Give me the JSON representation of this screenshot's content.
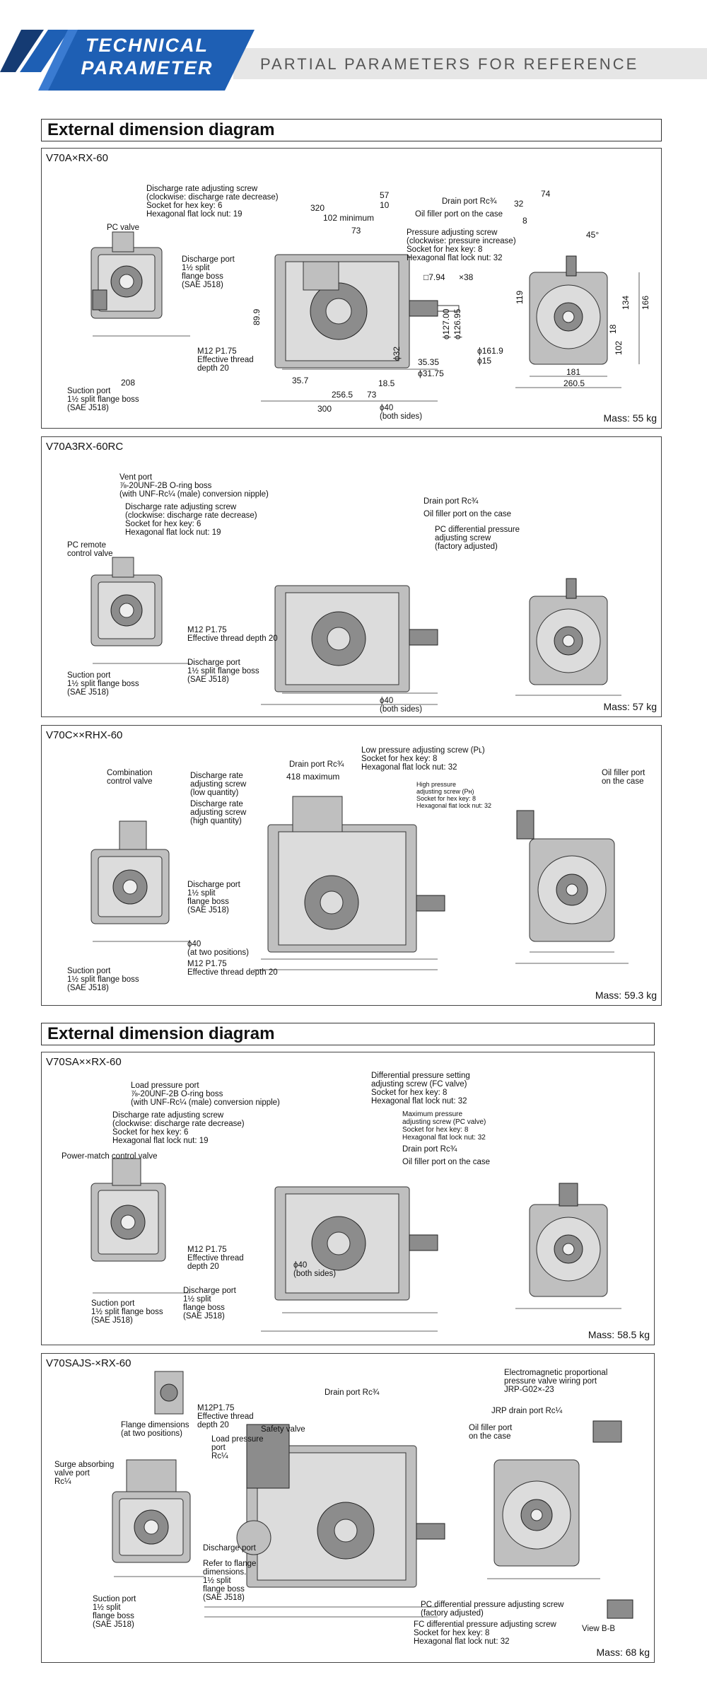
{
  "header": {
    "title_line1": "TECHNICAL",
    "title_line2": "PARAMETER",
    "subtitle": "PARTIAL PARAMETERS FOR REFERENCE",
    "accent_color": "#1e5fb4"
  },
  "sections": [
    {
      "title": "External dimension diagram"
    },
    {
      "title": "External dimension diagram"
    }
  ],
  "panels": [
    {
      "model": "V70A×RX-60",
      "mass": "Mass: 55 kg",
      "notes": {
        "discharge_adj": "Discharge rate adjusting screw",
        "discharge_adj2": "(clockwise: discharge rate decrease)",
        "hex": "Socket for hex key: 6",
        "nut": "Hexagonal flat lock nut: 19",
        "pc_valve": "PC valve",
        "discharge_port": "Discharge port",
        "split1": "1½ split",
        "flange_boss": "flange boss",
        "sae": "(SAE J518)",
        "drain": "Drain port Rc¾",
        "oil_filler": "Oil filler port on the case",
        "press_adj": "Pressure adjusting screw",
        "press_adj2": "(clockwise: pressure increase)",
        "press_hex": "Socket for hex key: 8",
        "press_nut": "Hexagonal flat lock nut: 32",
        "m12": "M12 P1.75",
        "eff": "Effective thread",
        "depth": "depth 20",
        "suction": "Suction port",
        "suction2": "1½ split flange boss",
        "both": "(both sides)",
        "phi40": "ϕ40"
      },
      "dims": [
        "320",
        "57",
        "10",
        "102 minimum",
        "73",
        "32",
        "74",
        "8",
        "45°",
        "119",
        "134",
        "166",
        "18",
        "102",
        "181",
        "260.5",
        "208",
        "89.9",
        "35.7",
        "256.5",
        "300",
        "18.5",
        "73",
        "ϕ32",
        "ϕ161.9",
        "ϕ15",
        "35.35",
        "ϕ31.75",
        "ϕ127.00",
        "ϕ126.95",
        "□7.94",
        "×38"
      ]
    },
    {
      "model": "V70A3RX-60RC",
      "mass": "Mass: 57 kg",
      "notes": {
        "vent": "Vent port",
        "vent2": "⅞-20UNF-2B O-ring boss",
        "vent3": "(with UNF-Rc¼ (male) conversion nipple)",
        "discharge_adj": "Discharge rate adjusting screw",
        "discharge_adj2": "(clockwise: discharge rate decrease)",
        "hex": "Socket for hex key: 6",
        "nut": "Hexagonal flat lock nut: 19",
        "pc_remote": "PC remote",
        "pc_remote2": "control valve",
        "drain": "Drain port Rc¾",
        "oil_filler": "Oil filler port on the case",
        "pc_diff": "PC differential pressure",
        "pc_diff2": "adjusting screw",
        "pc_diff3": "(factory adjusted)",
        "m12": "M12 P1.75",
        "eff": "Effective thread depth 20",
        "suction": "Suction port",
        "suction2": "1½ split flange boss",
        "sae": "(SAE J518)",
        "discharge_port": "Discharge port",
        "discharge_port2": "1½ split flange boss",
        "both": "(both sides)",
        "phi40": "ϕ40"
      }
    },
    {
      "model": "V70C××RHX-60",
      "mass": "Mass: 59.3 kg",
      "notes": {
        "combo": "Combination",
        "combo2": "control valve",
        "dr1": "Discharge rate",
        "dr2": "adjusting screw",
        "dr3": "(low quantity)",
        "dr4": "Discharge rate",
        "dr5": "adjusting screw",
        "dr6": "(high quantity)",
        "drain": "Drain port Rc¾",
        "max": "418 maximum",
        "low_press": "Low pressure adjusting screw (Pʟ)",
        "low_hex": "Socket for hex key: 8",
        "low_nut": "Hexagonal flat lock nut: 32",
        "high_press": "High pressure",
        "high_press2": "adjusting screw (Pʜ)",
        "high_hex": "Socket for hex key: 8",
        "high_nut": "Hexagonal flat lock nut: 32",
        "oil_filler": "Oil filler port",
        "oil_filler2": "on the case",
        "discharge_port": "Discharge port",
        "split1": "1½ split",
        "flange_boss": "flange boss",
        "sae": "(SAE J518)",
        "phi40": "ϕ40",
        "two_pos": "(at two positions)",
        "m12": "M12 P1.75",
        "eff": "Effective thread depth 20",
        "suction": "Suction port",
        "suction2": "1½ split flange boss"
      }
    },
    {
      "model": "V70SA××RX-60",
      "mass": "Mass: 58.5 kg",
      "notes": {
        "load": "Load pressure port",
        "load2": "⅞-20UNF-2B O-ring boss",
        "load3": "(with UNF-Rc¼ (male) conversion nipple)",
        "discharge_adj": "Discharge rate adjusting screw",
        "discharge_adj2": "(clockwise: discharge rate decrease)",
        "hex": "Socket for hex key: 6",
        "nut": "Hexagonal flat lock nut: 19",
        "pm": "Power-match control valve",
        "diff": "Differential pressure setting",
        "diff2": "adjusting screw (FC valve)",
        "diff_hex": "Socket for hex key: 8",
        "diff_nut": "Hexagonal flat lock nut: 32",
        "maxp": "Maximum pressure",
        "maxp2": "adjusting screw (PC valve)",
        "maxp_hex": "Socket for hex key: 8",
        "maxp_nut": "Hexagonal flat lock nut: 32",
        "drain": "Drain port Rc¾",
        "oil_filler": "Oil filler port on the case",
        "m12": "M12 P1.75",
        "eff": "Effective thread",
        "depth": "depth 20",
        "both": "(both sides)",
        "phi40": "ϕ40",
        "discharge_port": "Discharge port",
        "split1": "1½ split",
        "flange_boss": "flange boss",
        "sae": "(SAE J518)",
        "suction": "Suction port",
        "suction2": "1½ split flange boss"
      }
    },
    {
      "model": "V70SAJS-×RX-60",
      "mass": "Mass: 68 kg",
      "notes": {
        "m12": "M12P1.75",
        "eff": "Effective thread",
        "depth": "depth 20",
        "drain": "Drain port Rc¾",
        "flange_dim": "Flange dimensions",
        "flange_dim2": "(at two positions)",
        "safety": "Safety valve",
        "load": "Load pressure",
        "load2": "port",
        "load3": "Rc¼",
        "surge": "Surge absorbing",
        "surge2": "valve port",
        "surge3": "Rc¼",
        "oil_filler": "Oil filler port",
        "oil_filler2": "on the case",
        "em": "Electromagnetic proportional",
        "em2": "pressure valve wiring port",
        "em3": "JRP-G02×-23",
        "jrp_drain": "JRP drain port Rc¼",
        "discharge_port": "Discharge port",
        "refer": "Refer to flange",
        "refer2": "dimensions.",
        "split1": "1½ split",
        "flange_boss": "flange boss",
        "sae": "(SAE J518)",
        "suction": "Suction port",
        "split2": "1½ split",
        "flange_boss2": "flange boss",
        "pc_diff": "PC differential pressure adjusting screw",
        "pc_diff2": "(factory adjusted)",
        "fc_diff": "FC differential pressure adjusting screw",
        "fc_hex": "Socket for hex key: 8",
        "fc_nut": "Hexagonal flat lock nut: 32",
        "view": "View B-B"
      }
    }
  ]
}
